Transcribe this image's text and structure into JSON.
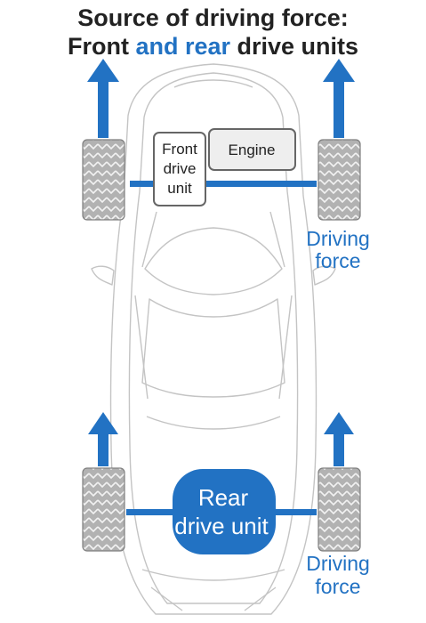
{
  "title": {
    "line1": "Source of driving force:",
    "line2_pre": "Front ",
    "line2_highlight": "and rear",
    "line2_post": " drive units"
  },
  "front_unit": {
    "line1": "Front",
    "line2": "drive",
    "line3": "unit"
  },
  "engine": {
    "label": "Engine"
  },
  "rear_unit": {
    "line1": "Rear",
    "line2": "drive unit"
  },
  "front_force": {
    "line1": "Driving",
    "line2": "force"
  },
  "rear_force": {
    "line1": "Driving",
    "line2": "force"
  },
  "colors": {
    "accent": "#2272c3",
    "box_border": "#666666",
    "box_fill": "#ffffff",
    "engine_fill": "#eeeeee",
    "car_outline": "#c4c4c4",
    "tire": "#a8a8a8",
    "text": "#222222"
  }
}
